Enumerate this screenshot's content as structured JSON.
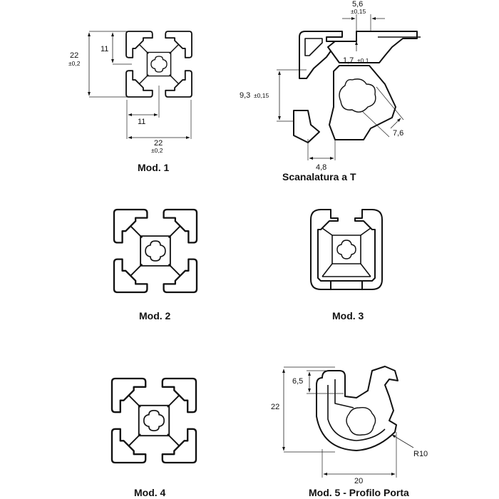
{
  "captions": {
    "mod1": "Mod. 1",
    "tslot": "Scanalatura a T",
    "mod2": "Mod. 2",
    "mod3": "Mod. 3",
    "mod4": "Mod. 4",
    "mod5": "Mod. 5 - Profilo Porta"
  },
  "mod1_dims": {
    "height": "22",
    "height_tol": "±0,2",
    "inner_h": "11",
    "inner_w": "11",
    "width": "22",
    "width_tol": "±0,2"
  },
  "tslot_dims": {
    "opening": "5,6",
    "opening_tol": "±0,15",
    "lip": "1,7",
    "lip_tol": "±0,1",
    "depth": "9,3",
    "depth_tol": "±0,15",
    "bore": "7,6",
    "offset": "4,8"
  },
  "mod5_dims": {
    "slot_depth": "6,5",
    "height": "22",
    "width": "20",
    "radius": "R10"
  }
}
